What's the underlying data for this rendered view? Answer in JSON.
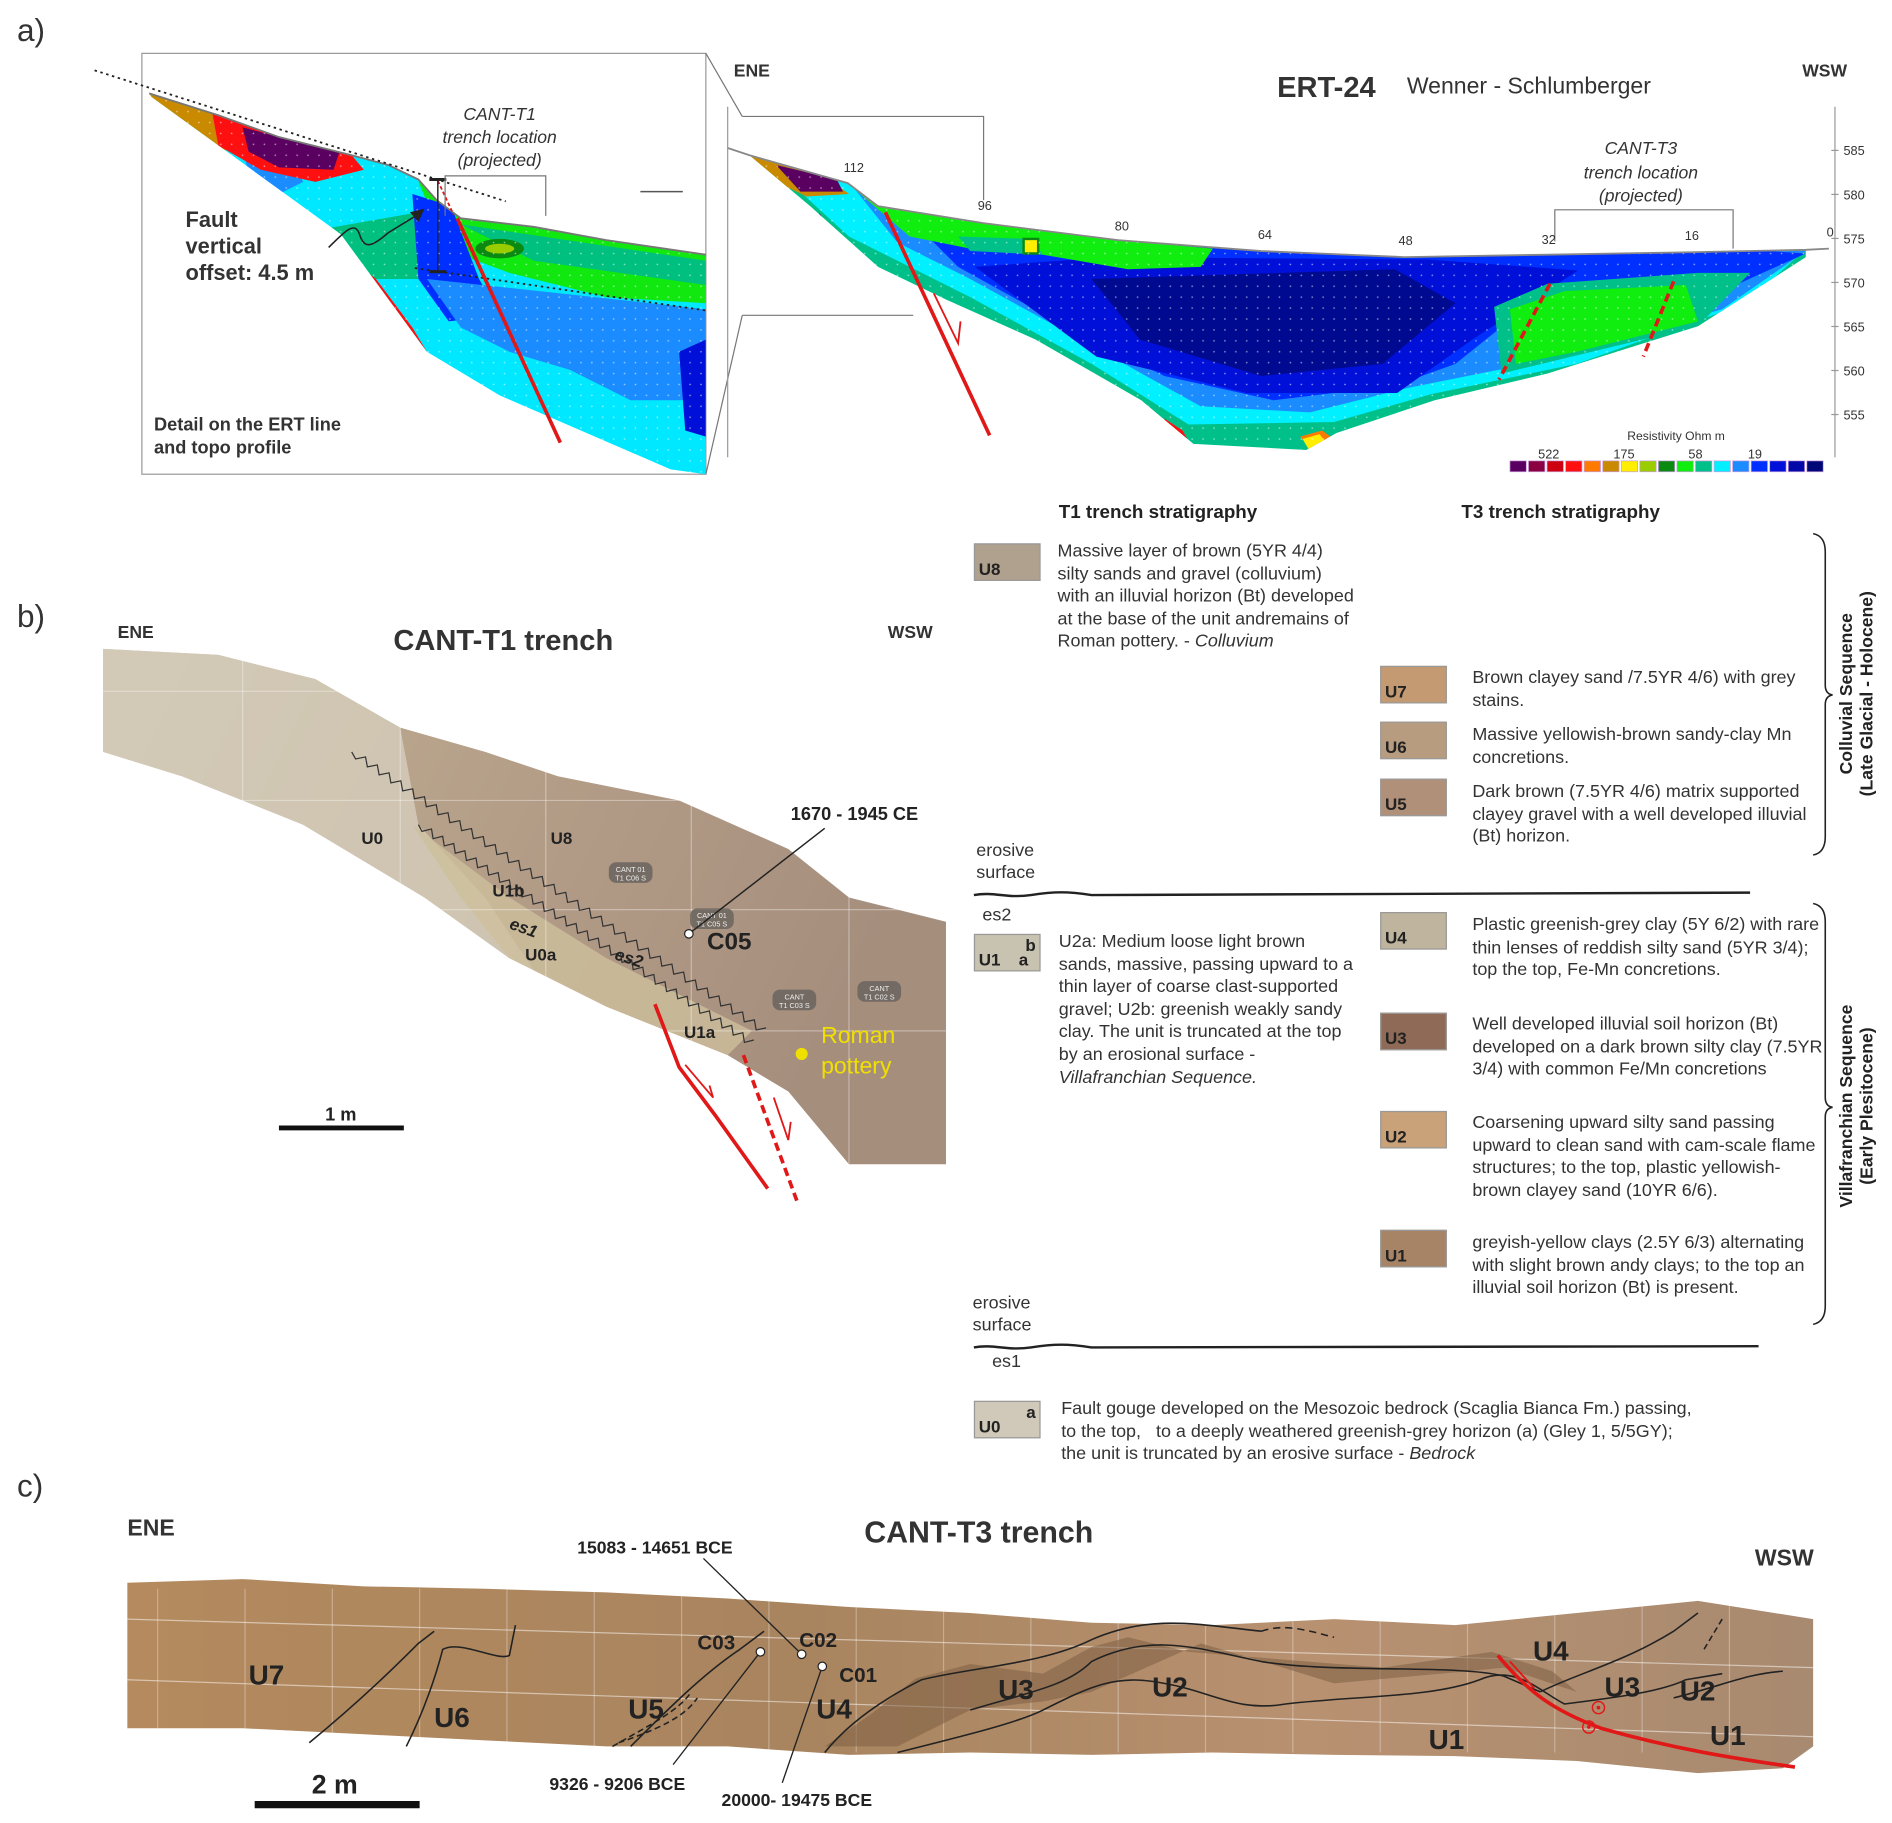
{
  "panels": {
    "a": "a)",
    "b": "b)",
    "c": "c)"
  },
  "detail": {
    "t1_label": [
      "CANT-T1",
      "trench location",
      "(projected)"
    ],
    "fault_text": [
      "Fault",
      "vertical",
      "offset: 4.5 m"
    ],
    "caption": [
      "Detail on the ERT line",
      "and topo profile"
    ]
  },
  "ert": {
    "title": "ERT-24",
    "method": "Wenner - Schlumberger",
    "left_dir": "ENE",
    "right_dir": "WSW",
    "t3_label": [
      "CANT-T3",
      "trench location",
      "(projected)"
    ],
    "distance_ticks": [
      "112",
      "96",
      "80",
      "64",
      "48",
      "32",
      "16",
      "0"
    ],
    "elevation_ticks": [
      "585",
      "580",
      "575",
      "570",
      "565",
      "560",
      "555"
    ],
    "colorbar": {
      "title": "Resistivity Ohm  m",
      "labels": [
        "522",
        "175",
        "58",
        "19"
      ],
      "colors": [
        "#5a0060",
        "#8a0040",
        "#cc0010",
        "#ff1010",
        "#ff7a00",
        "#c98a00",
        "#ffee00",
        "#9acd00",
        "#0a8a10",
        "#10ee10",
        "#00c08a",
        "#00f0ff",
        "#1a8cff",
        "#0030ff",
        "#0010d8",
        "#0008a8",
        "#000878"
      ]
    }
  },
  "t1": {
    "title": "CANT-T1 trench",
    "left_dir": "ENE",
    "right_dir": "WSW",
    "units": [
      "U0",
      "U8",
      "U1b",
      "es1",
      "U0a",
      "es2",
      "U1a"
    ],
    "sample": "C05",
    "date": "1670 - 1945 CE",
    "pottery": [
      "Roman",
      "pottery"
    ],
    "tags": [
      [
        "CANT 01",
        "T1 C06 S"
      ],
      [
        "CANT 01",
        "T1 C05 S"
      ],
      [
        "CANT",
        "T1 C03 S"
      ],
      [
        "CANT",
        "T1 C02 S"
      ]
    ],
    "scale": "1 m"
  },
  "legend": {
    "t1_header": "T1 trench stratigraphy",
    "t3_header": "T3 trench stratigraphy",
    "u8": {
      "code": "U8",
      "text": "Massive layer of brown (5YR 4/4) silty sands and gravel (colluvium) with an illuvial horizon (Bt) developed at the base of the unit andremains of Roman pottery. - ",
      "italic": "Colluvium"
    },
    "u7": {
      "code": "U7",
      "text": "Brown clayey sand /7.5YR 4/6) with grey stains."
    },
    "u6": {
      "code": "U6",
      "text": "Massive yellowish-brown sandy-clay Mn concretions."
    },
    "u5": {
      "code": "U5",
      "text": "Dark brown (7.5YR 4/6) matrix supported clayey gravel with a well developed illuvial (Bt) horizon."
    },
    "erosive_top": [
      "erosive",
      "surface"
    ],
    "es2": "es2",
    "u1_t1": {
      "code": "U1",
      "a": "a",
      "b": "b",
      "text": "U2a: Medium loose light brown sands, massive, passing upward to a thin layer of coarse clast-supported gravel; U2b: greenish weakly sandy clay. The unit is truncated at the top by an erosional surface - ",
      "italic": "Villafranchian Sequence."
    },
    "u4": {
      "code": "U4",
      "text": "Plastic greenish-grey clay (5Y 6/2) with rare thin lenses of reddish silty sand (5YR 3/4); top the top, Fe-Mn concretions."
    },
    "u3": {
      "code": "U3",
      "text": "Well developed illuvial soil horizon (Bt) developed on a dark brown silty clay (7.5YR 3/4) with common Fe/Mn concretions"
    },
    "u2": {
      "code": "U2",
      "text": "Coarsening upward silty sand passing upward to clean sand with cam-scale flame structures; to the top, plastic yellowish-brown clayey sand (10YR 6/6)."
    },
    "u1_t3": {
      "code": "U1",
      "text": "greyish-yellow clays (2.5Y 6/3) alternating with slight brown andy clays; to the top an illuvial soil horizon (Bt) is present."
    },
    "erosive_bottom": [
      "erosive",
      "surface"
    ],
    "es1": "es1",
    "u0": {
      "code": "U0",
      "a": "a",
      "text": [
        "Fault gouge developed on the Mesozoic bedrock (Scaglia Bianca Fm.) passing,",
        "to the top,   to a deeply weathered greenish-grey horizon (a) (Gley 1, 5/5GY);",
        "the unit is truncated by an erosive surface - "
      ],
      "italic": "Bedrock"
    },
    "colluvial": [
      "Colluvial Sequence",
      "(Late Glacial - Holocene)"
    ],
    "villafranchian": [
      "Villafranchian Sequence",
      "(Early Plesitocene)"
    ]
  },
  "t3": {
    "title": "CANT-T3 trench",
    "left_dir": "ENE",
    "right_dir": "WSW",
    "samples": [
      "C03",
      "C02",
      "C01"
    ],
    "dates": [
      "15083 - 14651 BCE",
      "9326 - 9206 BCE",
      "20000- 19475 BCE"
    ],
    "units": [
      "U7",
      "U6",
      "U5",
      "U4",
      "U3",
      "U2",
      "U1",
      "U4",
      "U3",
      "U2",
      "U1"
    ],
    "scale": "2 m"
  }
}
